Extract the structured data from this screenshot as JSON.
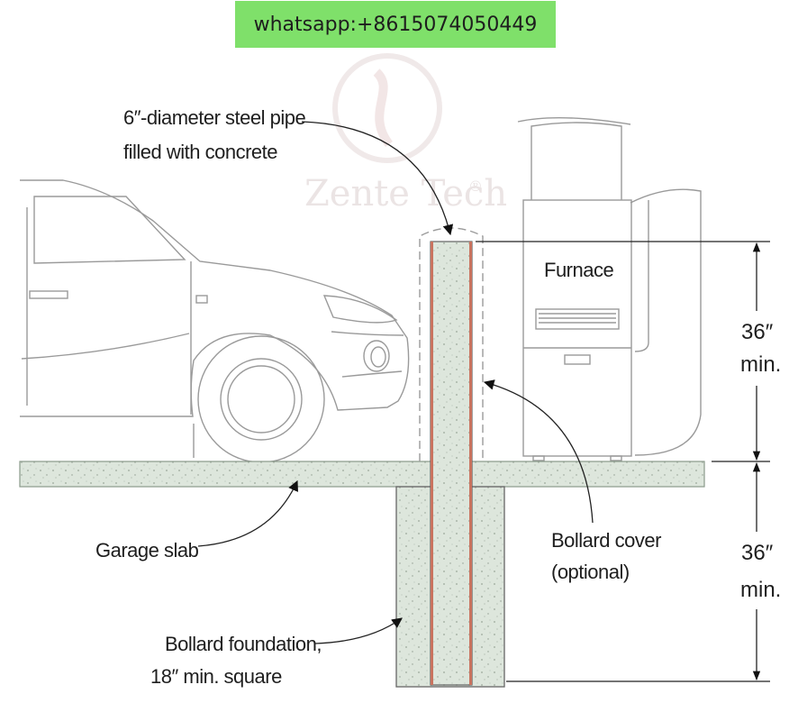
{
  "banner": {
    "text": "whatsapp:+8615074050449"
  },
  "watermark": {
    "text": "Zente Tech",
    "registered_mark": "®"
  },
  "labels": {
    "pipe_line1": "6″-diameter steel pipe",
    "pipe_line2": "filled with concrete",
    "furnace": "Furnace",
    "garage_slab": "Garage  slab",
    "cover_line1": "Bollard cover",
    "cover_line2": "(optional)",
    "foundation_line1": "Bollard foundation,",
    "foundation_line2": "18″ min. square"
  },
  "dimensions": {
    "upper_value": "36″",
    "upper_unit": "min.",
    "lower_value": "36″",
    "lower_unit": "min."
  },
  "colors": {
    "banner": "#7fe06a",
    "concrete": "#dde6dc",
    "slab": "#e3ebe2",
    "pipe": "#c9735f",
    "outline": "#9a9a9a",
    "text": "#1e1e1e"
  }
}
